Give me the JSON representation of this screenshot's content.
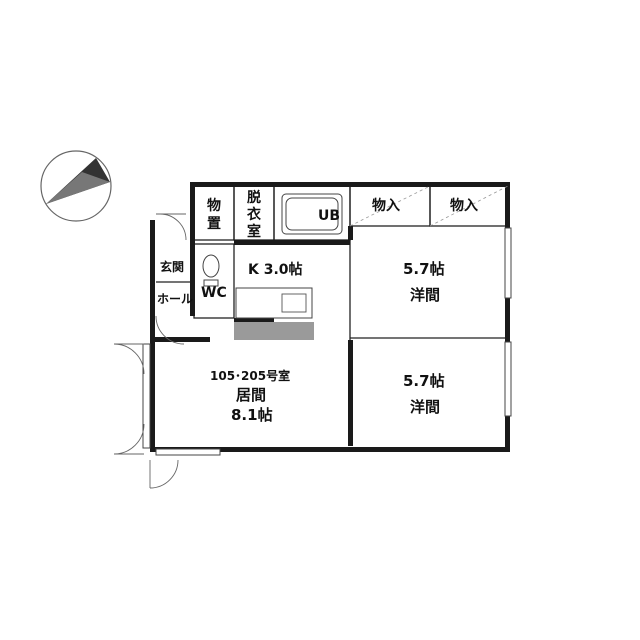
{
  "plan": {
    "rooms": {
      "storage_top": "物",
      "storage_bottom": "置",
      "dressing_1": "脱",
      "dressing_2": "衣",
      "dressing_3": "室",
      "bath": "UB",
      "closet_left": "物入",
      "closet_right": "物入",
      "entrance": "玄関",
      "hall": "ホール",
      "toilet": "WC",
      "kitchen": "K 3.0帖",
      "bedroom_top_size": "5.7帖",
      "bedroom_top_name": "洋間",
      "bedroom_bottom_size": "5.7帖",
      "bedroom_bottom_name": "洋間",
      "living_unit": "105･205号室",
      "living_name": "居間",
      "living_size": "8.1帖"
    }
  }
}
